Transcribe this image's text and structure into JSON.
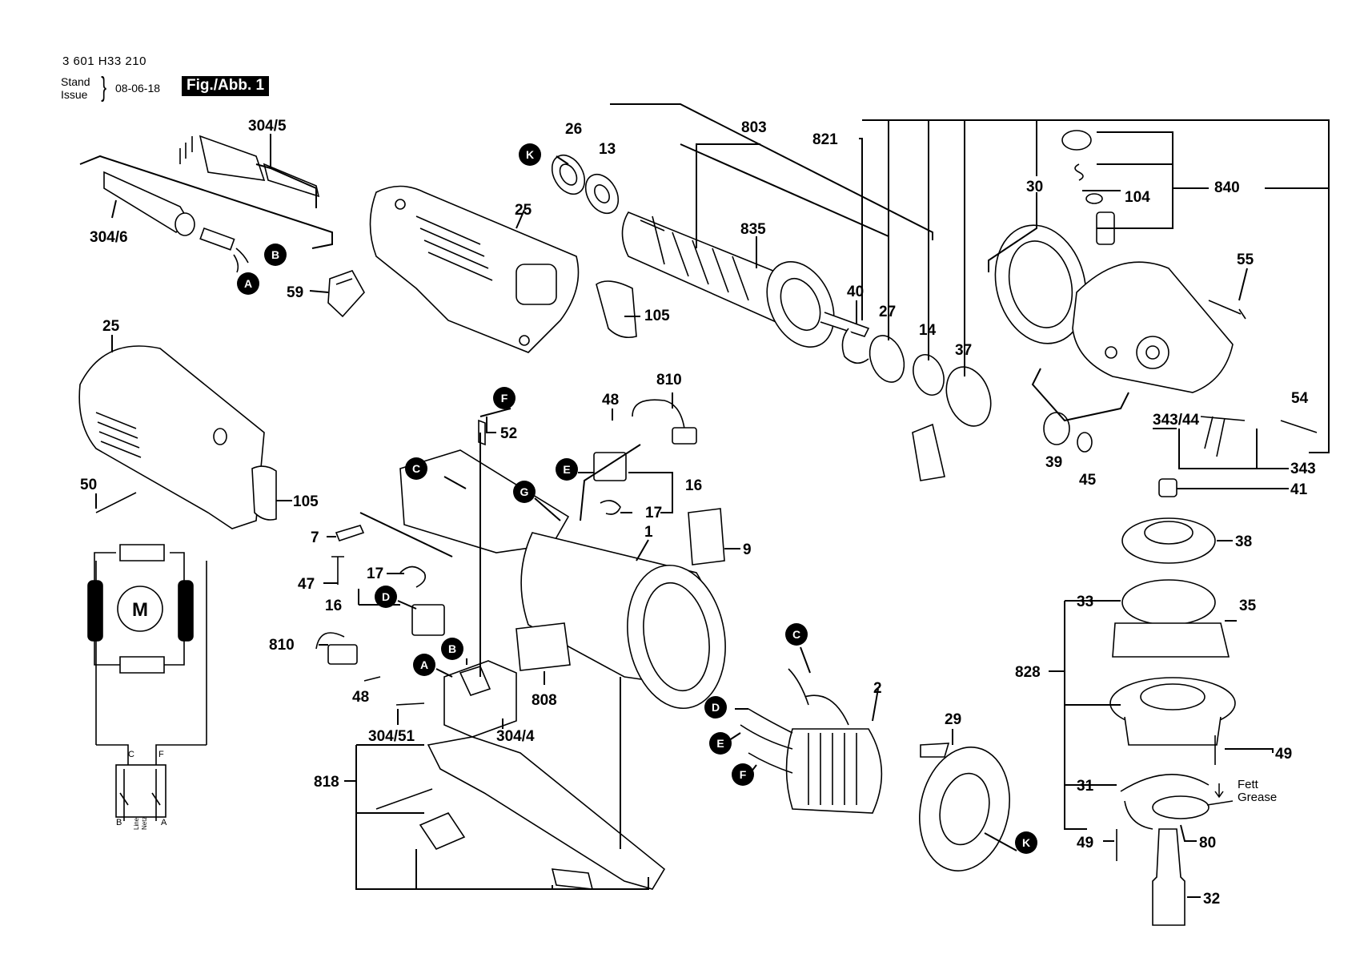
{
  "header": {
    "part_number": "3 601 H33 210",
    "stand_label": "Stand",
    "issue_label": "Issue",
    "brace": "}",
    "date": "08-06-18",
    "figure_label": "Fig./Abb. 1"
  },
  "annotation": {
    "fett": "Fett",
    "grease": "Grease"
  },
  "wiring": {
    "motor": "M",
    "terminal_c": "C",
    "terminal_f": "F",
    "terminal_b": "B",
    "terminal_a": "A",
    "line_en": "Line",
    "line_de": "Netz"
  },
  "callouts": [
    {
      "id": "304-5",
      "label": "304/5"
    },
    {
      "id": "304-6",
      "label": "304/6"
    },
    {
      "id": "26",
      "label": "26"
    },
    {
      "id": "13",
      "label": "13"
    },
    {
      "id": "803",
      "label": "803"
    },
    {
      "id": "821",
      "label": "821"
    },
    {
      "id": "25a",
      "label": "25"
    },
    {
      "id": "835",
      "label": "835"
    },
    {
      "id": "30",
      "label": "30"
    },
    {
      "id": "104",
      "label": "104"
    },
    {
      "id": "840",
      "label": "840"
    },
    {
      "id": "59",
      "label": "59"
    },
    {
      "id": "105a",
      "label": "105"
    },
    {
      "id": "40",
      "label": "40"
    },
    {
      "id": "27",
      "label": "27"
    },
    {
      "id": "55",
      "label": "55"
    },
    {
      "id": "25b",
      "label": "25"
    },
    {
      "id": "14",
      "label": "14"
    },
    {
      "id": "37",
      "label": "37"
    },
    {
      "id": "810a",
      "label": "810"
    },
    {
      "id": "48a",
      "label": "48"
    },
    {
      "id": "52",
      "label": "52"
    },
    {
      "id": "54",
      "label": "54"
    },
    {
      "id": "343-44",
      "label": "343/44"
    },
    {
      "id": "39",
      "label": "39"
    },
    {
      "id": "45",
      "label": "45"
    },
    {
      "id": "343",
      "label": "343"
    },
    {
      "id": "50",
      "label": "50"
    },
    {
      "id": "105b",
      "label": "105"
    },
    {
      "id": "16a",
      "label": "16"
    },
    {
      "id": "17a",
      "label": "17"
    },
    {
      "id": "41",
      "label": "41"
    },
    {
      "id": "7",
      "label": "7"
    },
    {
      "id": "1",
      "label": "1"
    },
    {
      "id": "9",
      "label": "9"
    },
    {
      "id": "38",
      "label": "38"
    },
    {
      "id": "47",
      "label": "47"
    },
    {
      "id": "17b",
      "label": "17"
    },
    {
      "id": "16b",
      "label": "16"
    },
    {
      "id": "33",
      "label": "33"
    },
    {
      "id": "35",
      "label": "35"
    },
    {
      "id": "810b",
      "label": "810"
    },
    {
      "id": "828",
      "label": "828"
    },
    {
      "id": "48b",
      "label": "48"
    },
    {
      "id": "808",
      "label": "808"
    },
    {
      "id": "2",
      "label": "2"
    },
    {
      "id": "29",
      "label": "29"
    },
    {
      "id": "304-51",
      "label": "304/51"
    },
    {
      "id": "304-4",
      "label": "304/4"
    },
    {
      "id": "49a",
      "label": "49"
    },
    {
      "id": "818",
      "label": "818"
    },
    {
      "id": "31",
      "label": "31"
    },
    {
      "id": "49b",
      "label": "49"
    },
    {
      "id": "80",
      "label": "80"
    },
    {
      "id": "32",
      "label": "32"
    }
  ],
  "markers": [
    {
      "id": "K1",
      "letter": "K"
    },
    {
      "id": "B1",
      "letter": "B"
    },
    {
      "id": "A1",
      "letter": "A"
    },
    {
      "id": "F1",
      "letter": "F"
    },
    {
      "id": "C1",
      "letter": "C"
    },
    {
      "id": "E1",
      "letter": "E"
    },
    {
      "id": "G1",
      "letter": "G"
    },
    {
      "id": "D1",
      "letter": "D"
    },
    {
      "id": "B2",
      "letter": "B"
    },
    {
      "id": "A2",
      "letter": "A"
    },
    {
      "id": "C2",
      "letter": "C"
    },
    {
      "id": "D2",
      "letter": "D"
    },
    {
      "id": "E2",
      "letter": "E"
    },
    {
      "id": "F2",
      "letter": "F"
    },
    {
      "id": "K2",
      "letter": "K"
    }
  ]
}
